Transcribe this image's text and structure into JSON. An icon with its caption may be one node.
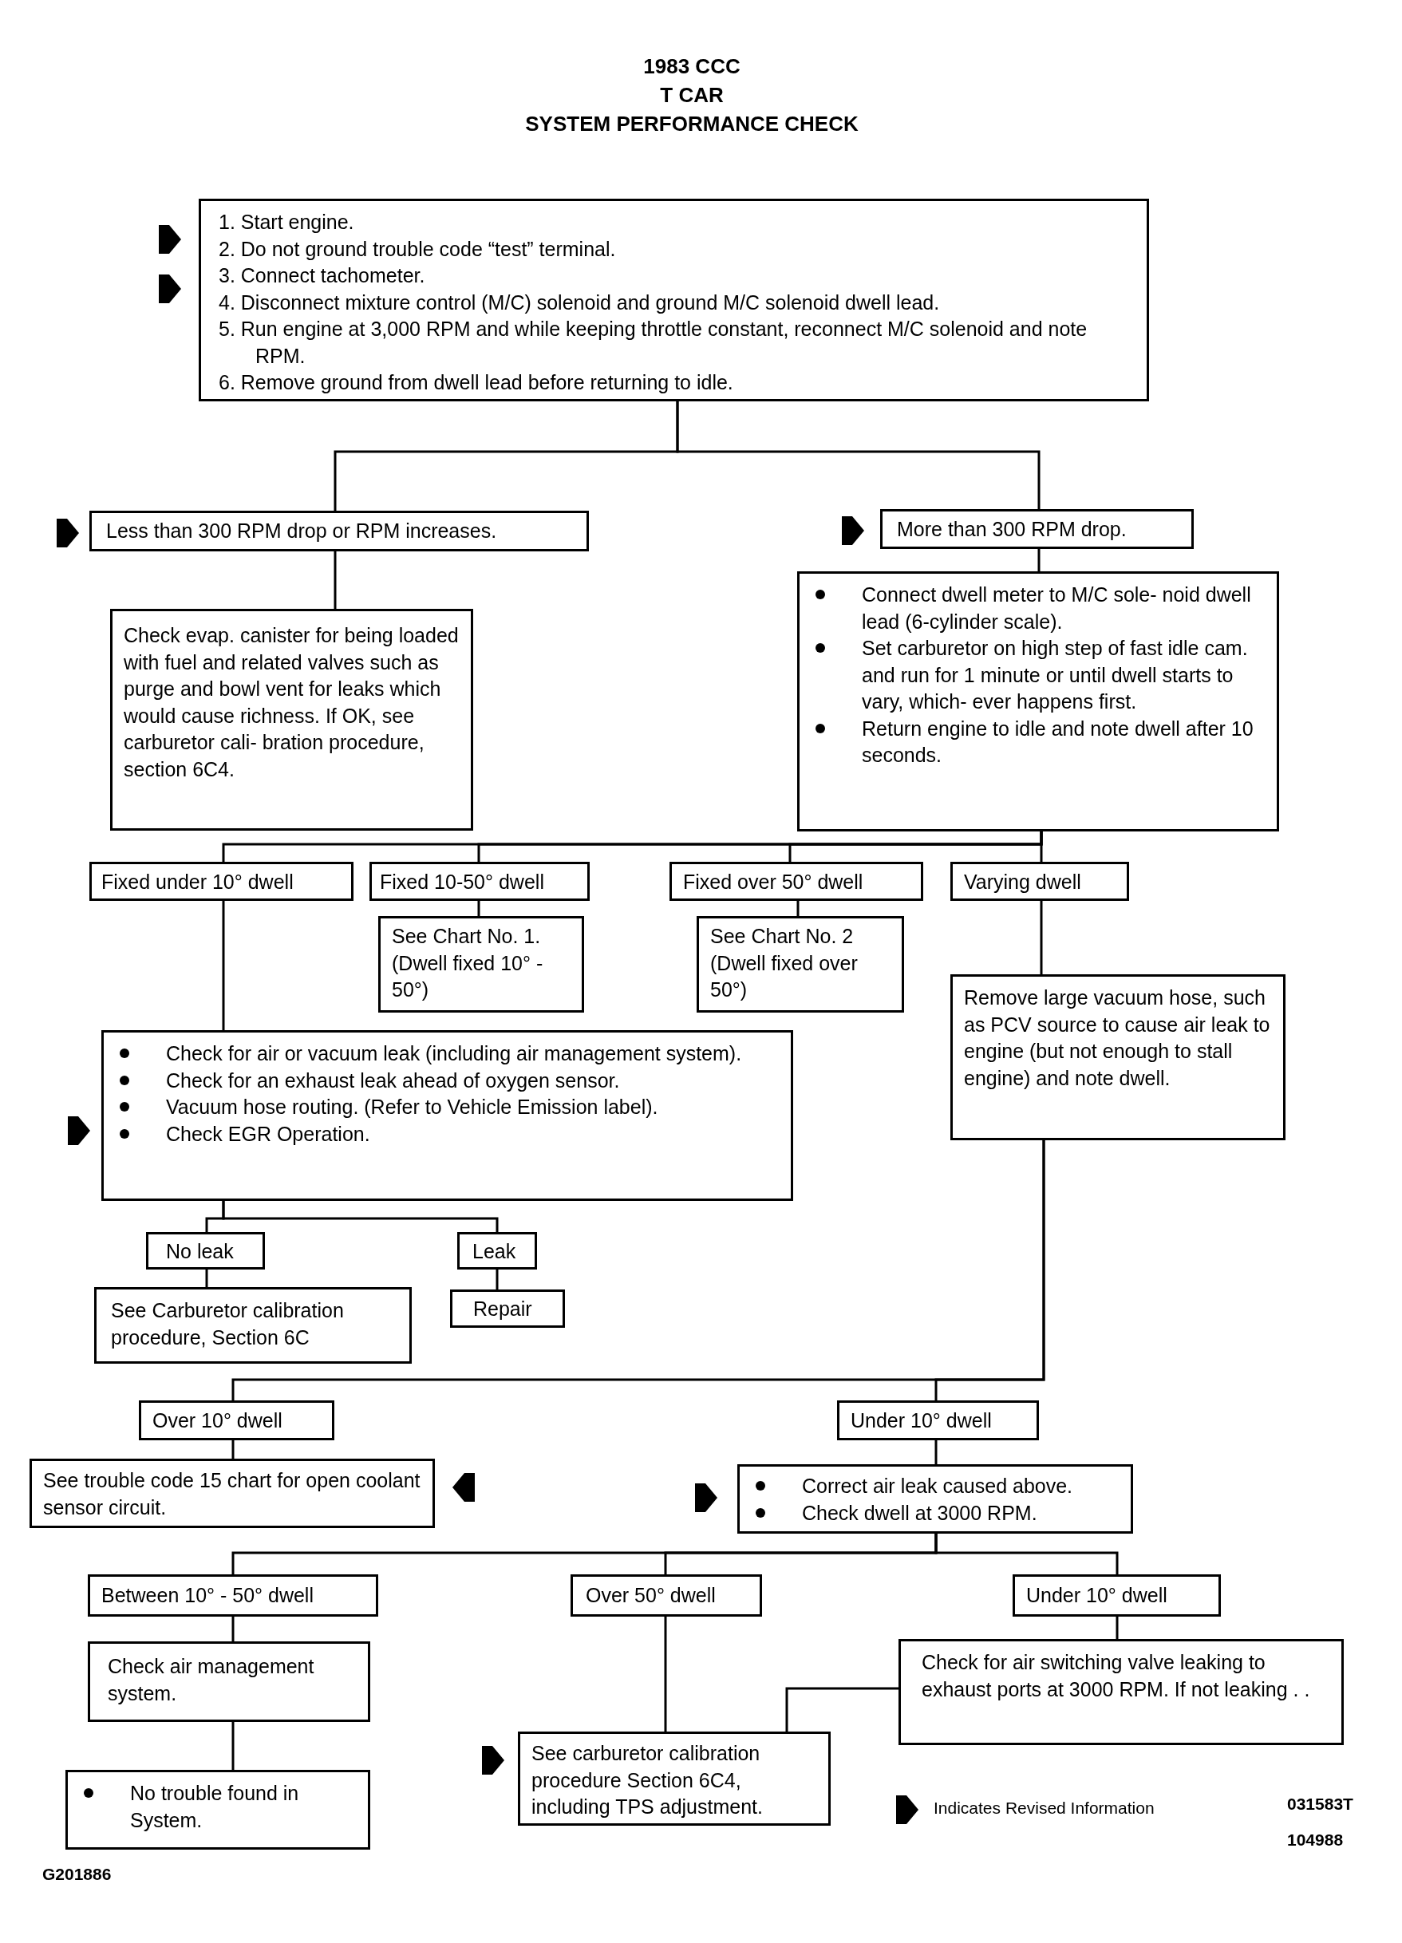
{
  "diagram": {
    "title": "1983 CCC",
    "nodes": [
      {
        "text": [
          "1. Start engine.",
          "2. Do not ground trouble code “test” terminal.",
          "3. Connect tachometer.",
          "4. Disconnect mixture control (M/C) solenoid and ground M/C solenoid dwell lead.",
          "5. Run engine at 3,000 RPM and while keeping throttle constant, reconnect M/C solenoid and note RPM.",
          "6. Remove ground from dwell lead before returning to idle."
        ]
      },
      {
        "text": [
          "Less than 300 RPM drop or RPM increases."
        ]
      },
      {
        "text": [
          "More than 300 RPM drop."
        ]
      },
      {
        "text": [
          "Check evap. canister for being loaded with fuel and related valves such as purge and bowl vent for leaks which would cause richness. If OK, see carburetor cali- bration procedure, section 6C4."
        ]
      },
      {
        "text": [
          "Connect dwell meter to M/C sole- noid dwell lead (6-cylinder scale).",
          "Set carburetor on high step of fast idle cam. and run for 1 minute or until dwell starts to vary, which- ever happens first.",
          "Return engine to idle and note dwell after 10 seconds."
        ]
      },
      {
        "text": [
          "Fixed under 10° dwell"
        ]
      },
      {
        "text": [
          "Fixed 10-50° dwell"
        ]
      },
      {
        "text": [
          "Fixed over 50° dwell"
        ]
      },
      {
        "text": [
          "Varying dwell"
        ]
      },
      {
        "text": [
          "See Chart No. 1. (Dwell fixed 10° - 50°)"
        ]
      },
      {
        "text": [
          "See Chart No. 2 (Dwell fixed over 50°)"
        ]
      },
      {
        "text": [
          "Remove large vacuum hose, such as PCV source to cause air leak to engine (but not enough to stall engine) and note dwell."
        ]
      },
      {
        "text": [
          "Check for air or vacuum leak (including air management system).",
          "Check for an exhaust leak ahead of oxygen sensor.",
          "Vacuum hose routing. (Refer to Vehicle Emission label).",
          "Check EGR Operation."
        ]
      },
      {
        "text": [
          "No leak"
        ]
      },
      {
        "text": [
          "Leak"
        ]
      },
      {
        "text": [
          "See Carburetor calibration procedure, Section 6C"
        ]
      },
      {
        "text": [
          "Repair"
        ]
      },
      {
        "text": [
          "Over 10° dwell"
        ]
      },
      {
        "text": [
          "Under 10° dwell"
        ]
      },
      {
        "text": [
          "See trouble code 15 chart for open coolant sensor circuit."
        ]
      },
      {
        "text": [
          "Correct air leak caused above.",
          "Check dwell at 3000 RPM."
        ]
      },
      {
        "text": [
          "Between 10° - 50° dwell"
        ]
      },
      {
        "text": [
          "Over 50° dwell"
        ]
      },
      {
        "text": [
          "Under 10° dwell"
        ]
      },
      {
        "text": [
          "Check air management system."
        ]
      },
      {
        "text": [
          "Check for air switching valve leaking to exhaust ports at 3000 RPM. If not leaking . ."
        ]
      },
      {
        "text": [
          "See carburetor calibration procedure Section 6C4, including TPS adjustment."
        ]
      },
      {
        "text": [
          "No trouble found in System."
        ]
      }
    ],
    "edges": [
      {
        "from": 0,
        "to": 1,
        "arrow": "none"
      },
      {
        "from": 0,
        "to": 2,
        "arrow": "none"
      },
      {
        "from": 1,
        "to": 3,
        "arrow": "none"
      },
      {
        "from": 2,
        "to": 4,
        "arrow": "none"
      },
      {
        "from": 4,
        "to": 5,
        "arrow": "none"
      },
      {
        "from": 4,
        "to": 6,
        "arrow": "none"
      },
      {
        "from": 4,
        "to": 7,
        "arrow": "none"
      },
      {
        "from": 4,
        "to": 8,
        "arrow": "none"
      },
      {
        "from": 6,
        "to": 9,
        "arrow": "none"
      },
      {
        "from": 7,
        "to": 10,
        "arrow": "none"
      },
      {
        "from": 8,
        "to": 11,
        "arrow": "none"
      },
      {
        "from": 5,
        "to": 12,
        "arrow": "none"
      },
      {
        "from": 12,
        "to": 13,
        "arrow": "none"
      },
      {
        "from": 12,
        "to": 14,
        "arrow": "none"
      },
      {
        "from": 13,
        "to": 15,
        "arrow": "none"
      },
      {
        "from": 14,
        "to": 16,
        "arrow": "none"
      },
      {
        "from": 11,
        "to": 17,
        "arrow": "none"
      },
      {
        "from": 11,
        "to": 18,
        "arrow": "none"
      },
      {
        "from": 17,
        "to": 19,
        "arrow": "none"
      },
      {
        "from": 18,
        "to": 20,
        "arrow": "none"
      },
      {
        "from": 20,
        "to": 21,
        "arrow": "none"
      },
      {
        "from": 20,
        "to": 22,
        "arrow": "none"
      },
      {
        "from": 20,
        "to": 23,
        "arrow": "none"
      },
      {
        "from": 21,
        "to": 24,
        "arrow": "none"
      },
      {
        "from": 24,
        "to": 27,
        "arrow": "none"
      },
      {
        "from": 22,
        "to": 26,
        "arrow": "none"
      },
      {
        "from": 23,
        "to": 25,
        "arrow": "none"
      },
      {
        "from": 25,
        "to": 26,
        "arrow": "none"
      }
    ],
    "labels": [
      "T CAR",
      "SYSTEM PERFORMANCE CHECK",
      "031583T",
      "104988",
      "G201886"
    ],
    "legend": [
      {
        "text": "Indicates Revised Information"
      }
    ]
  }
}
